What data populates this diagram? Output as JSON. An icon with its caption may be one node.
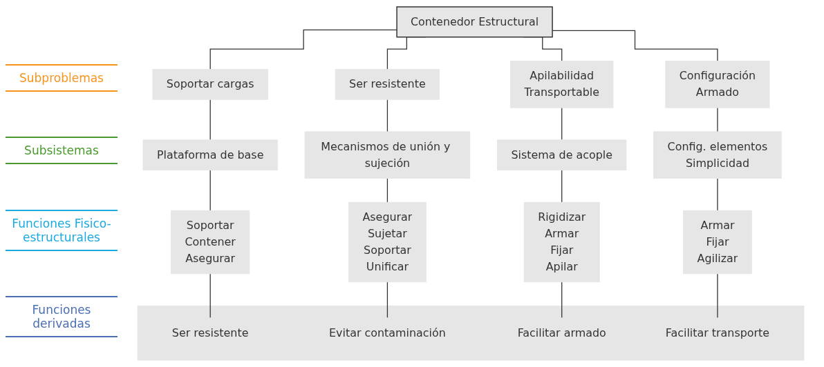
{
  "diagram": {
    "nodes": [
      {
        "text": [
          "Contenedor Estructural"
        ]
      },
      {
        "text": [
          "Soportar cargas"
        ]
      },
      {
        "text": [
          "Ser resistente"
        ]
      },
      {
        "text": [
          "Apilabilidad",
          "Transportable"
        ]
      },
      {
        "text": [
          "Configuración",
          "Armado"
        ]
      },
      {
        "text": [
          "Plataforma de base"
        ]
      },
      {
        "text": [
          "Mecanismos de unión y sujeción"
        ]
      },
      {
        "text": [
          "Sistema de acople"
        ]
      },
      {
        "text": [
          "Config. elementos",
          "Simplicidad"
        ]
      },
      {
        "text": [
          "Soportar",
          "Contener",
          "Asegurar"
        ]
      },
      {
        "text": [
          "Asegurar",
          "Sujetar",
          "Soportar",
          "Unificar"
        ]
      },
      {
        "text": [
          "Rigidizar",
          "Armar",
          "Fijar",
          "Apilar"
        ]
      },
      {
        "text": [
          "Armar",
          "Fijar",
          "Agilizar"
        ]
      },
      {
        "text": [],
        "shape": "bar"
      },
      {
        "text": [
          "Ser resistente"
        ],
        "in": 13
      },
      {
        "text": [
          "Evitar contaminación"
        ],
        "in": 13
      },
      {
        "text": [
          "Facilitar armado"
        ],
        "in": 13
      },
      {
        "text": [
          "Facilitar transporte"
        ],
        "in": 13
      }
    ],
    "edges": [
      {
        "from": 0,
        "to": 1,
        "arrow": "none"
      },
      {
        "from": 0,
        "to": 2,
        "arrow": "none"
      },
      {
        "from": 0,
        "to": 3,
        "arrow": "none"
      },
      {
        "from": 0,
        "to": 4,
        "arrow": "none"
      },
      {
        "from": 1,
        "to": 5,
        "arrow": "none"
      },
      {
        "from": 2,
        "to": 6,
        "arrow": "none"
      },
      {
        "from": 3,
        "to": 7,
        "arrow": "none"
      },
      {
        "from": 4,
        "to": 8,
        "arrow": "none"
      },
      {
        "from": 5,
        "to": 9,
        "arrow": "none"
      },
      {
        "from": 6,
        "to": 10,
        "arrow": "none"
      },
      {
        "from": 7,
        "to": 11,
        "arrow": "none"
      },
      {
        "from": 8,
        "to": 12,
        "arrow": "none"
      },
      {
        "from": 9,
        "to": 14,
        "arrow": "none"
      },
      {
        "from": 10,
        "to": 15,
        "arrow": "none"
      },
      {
        "from": 11,
        "to": 16,
        "arrow": "none"
      },
      {
        "from": 12,
        "to": 17,
        "arrow": "none"
      }
    ],
    "labels": [
      "Subproblemas",
      "Subsistemas",
      "Funciones Fisico-estructurales",
      "Funciones derivadas"
    ]
  }
}
